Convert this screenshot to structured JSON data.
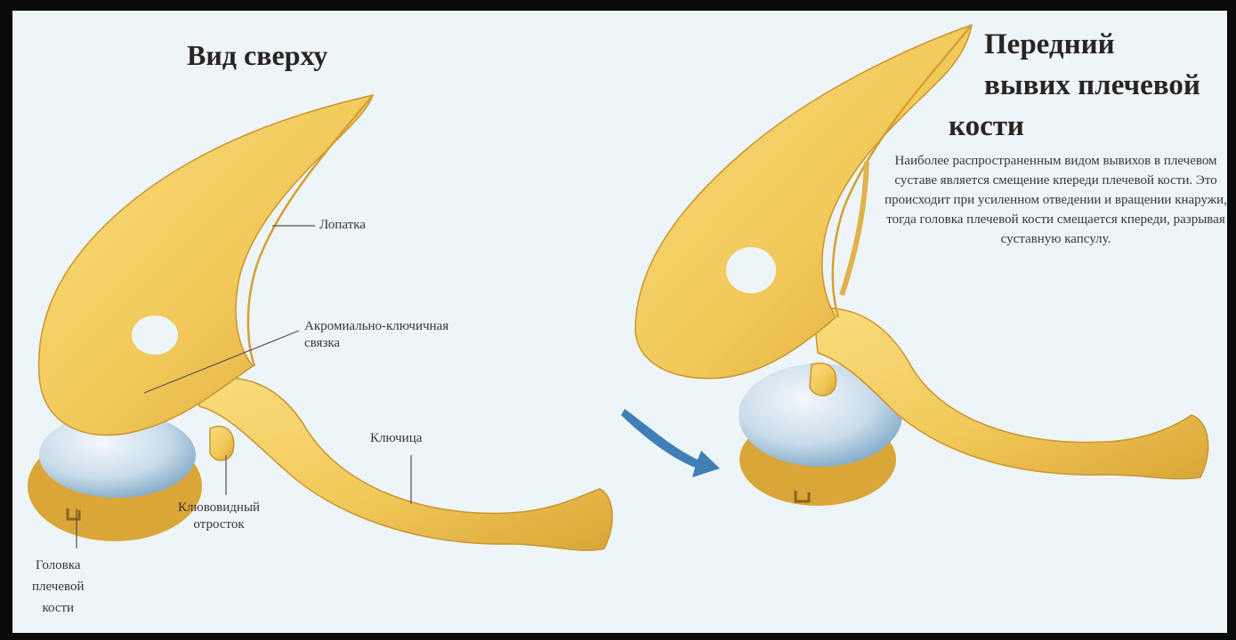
{
  "top_view": {
    "title": "Вид сверху",
    "labels": {
      "scapula": "Лопатка",
      "ligament": "Акромиально-ключичная\nсвязка",
      "clavicle": "Ключица",
      "coracoid": "Клювовидный\nотросток",
      "humeral_head": "Головка\nплечевой\nкости"
    }
  },
  "dislocation": {
    "title_line1": "Передний",
    "title_line2": "вывих плечевой",
    "title_line3": "кости",
    "description": "Наиболее распространенным видом вывихов в плечевом суставе является смещение кпереди плечевой кости. Это происходит при усиленном отведении и вращении кнаружи, тогда головка плечевой кости смещается кпереди, разрывая суставную капсулу."
  },
  "colors": {
    "bone": "#f2c95a",
    "bone_dark": "#d4a032",
    "cartilage": "#b8d4e8",
    "arrow": "#3f7fb5",
    "background": "#eef5f8"
  }
}
